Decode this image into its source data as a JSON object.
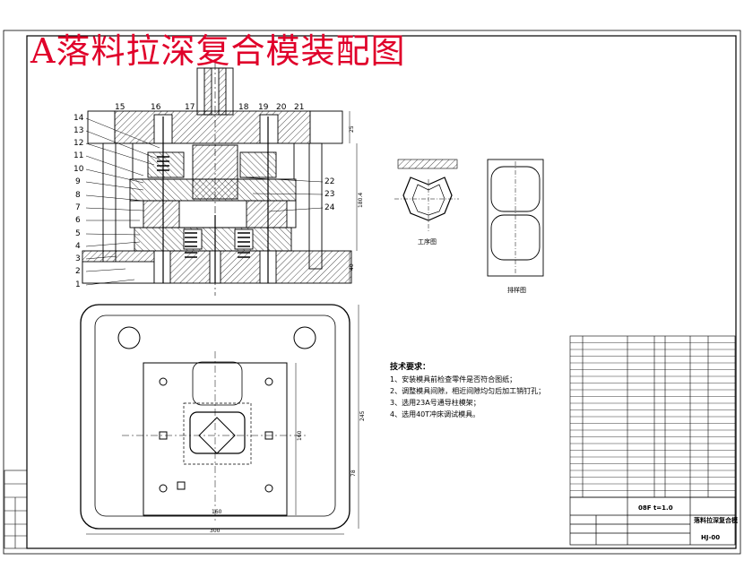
{
  "title": "A落料拉深复合模装配图",
  "part_numbers": [
    "1",
    "2",
    "3",
    "4",
    "5",
    "6",
    "7",
    "8",
    "9",
    "10",
    "11",
    "12",
    "13",
    "14",
    "15",
    "16",
    "17",
    "18",
    "19",
    "20",
    "21",
    "22",
    "23",
    "24"
  ],
  "dimensions": {
    "top_height": "25",
    "mid_height": "180.4",
    "base_height": "40",
    "plan_width_inner": "160",
    "plan_width_outer": "300",
    "plan_height_right": "245",
    "plan_height_inner": "160",
    "plan_height_small": "78"
  },
  "view_labels": {
    "workpiece": "工序图",
    "layout": "排样图"
  },
  "tech_requirements": {
    "heading": "技术要求：",
    "items": [
      "1、安装模具前检查零件是否符合图纸；",
      "2、调整模具间隙，相近间隙均匀后加工销钉孔；",
      "3、选用23A号通导柱模架；",
      "4、选用40T冲床调试模具。"
    ]
  },
  "title_block": {
    "material": "08F t=1.0",
    "drawing_name": "落料拉深复合模",
    "drawing_no": "HJ-00"
  }
}
